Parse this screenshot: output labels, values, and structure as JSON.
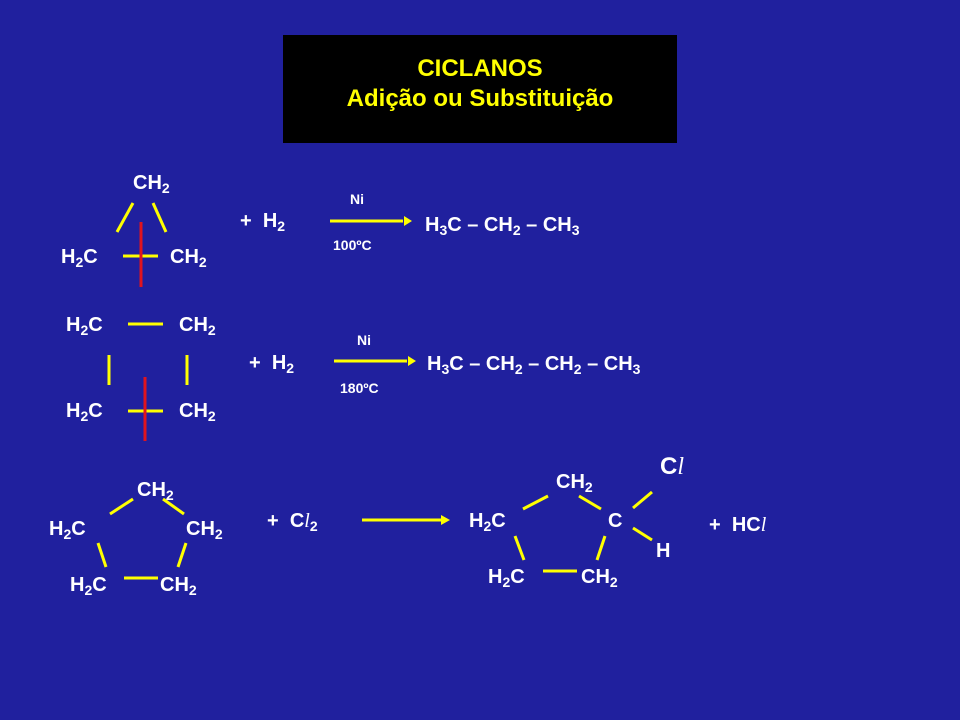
{
  "slide": {
    "title": "CICLANOS",
    "subtitle": "Adição ou Substituição",
    "colors": {
      "background": "#20209e",
      "text": "#ffffff",
      "title": "#ffff00",
      "title_box": "#000000",
      "break_mark": "#e0141e"
    }
  },
  "reaction1": {
    "top": "CH",
    "top_sub": "2",
    "left": "H",
    "left_sub": "2",
    "left_tail": "C",
    "right": "CH",
    "right_sub": "2",
    "plus": "+",
    "reagent": "H",
    "reagent_sub": "2",
    "catalyst": "Ni",
    "condition": "100ºC",
    "product": [
      {
        "t": "H"
      },
      {
        "s": "3"
      },
      {
        "t": "C – CH"
      },
      {
        "s": "2"
      },
      {
        "t": " – CH"
      },
      {
        "s": "3"
      }
    ]
  },
  "reaction2": {
    "tl": "H",
    "tl_sub": "2",
    "tl_tail": "C",
    "tr": "CH",
    "tr_sub": "2",
    "bl": "H",
    "bl_sub": "2",
    "bl_tail": "C",
    "br": "CH",
    "br_sub": "2",
    "plus": "+",
    "reagent": "H",
    "reagent_sub": "2",
    "catalyst": "Ni",
    "condition": "180ºC",
    "product": [
      {
        "t": "H"
      },
      {
        "s": "3"
      },
      {
        "t": "C – CH"
      },
      {
        "s": "2"
      },
      {
        "t": " – CH"
      },
      {
        "s": "2"
      },
      {
        "t": " – CH"
      },
      {
        "s": "3"
      }
    ]
  },
  "reaction3": {
    "top": "CH",
    "top_sub": "2",
    "ml": "H",
    "ml_sub": "2",
    "ml_tail": "C",
    "mr": "CH",
    "mr_sub": "2",
    "bl": "H",
    "bl_sub": "2",
    "bl_tail": "C",
    "br": "CH",
    "br_sub": "2",
    "plus": "+",
    "reagent": "C",
    "reagent_l": "l",
    "reagent_sub": "2",
    "p_top": "CH",
    "p_top_sub": "2",
    "p_ml": "H",
    "p_ml_sub": "2",
    "p_ml_tail": "C",
    "p_c": "C",
    "p_cl": "C",
    "p_cl_l": "l",
    "p_h": "H",
    "p_bl": "H",
    "p_bl_sub": "2",
    "p_bl_tail": "C",
    "p_br": "CH",
    "p_br_sub": "2",
    "plus2": "+",
    "byproduct": "HC",
    "byproduct_l": "l"
  }
}
